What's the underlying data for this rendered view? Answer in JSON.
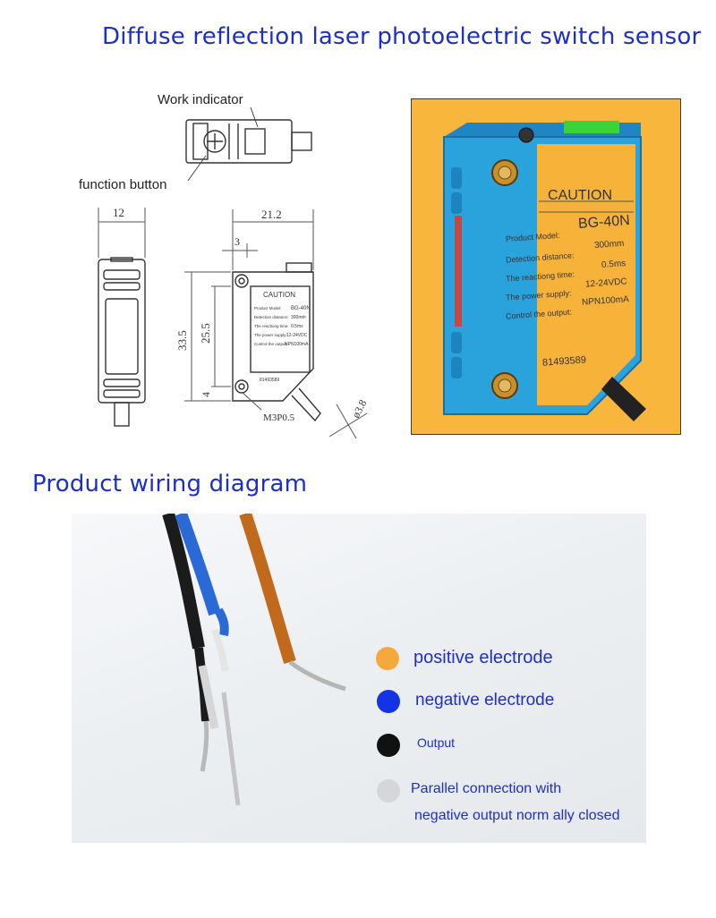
{
  "title": "Diffuse reflection laser photoelectric switch sensor",
  "drawing": {
    "work_indicator_label": "Work indicator",
    "function_button_label": "function button",
    "dimensions": {
      "width": "12",
      "length": "21.2",
      "offset": "3",
      "height_total": "33.5",
      "height_body": "25.5",
      "bottom_offset": "4",
      "thread": "M3P0.5",
      "cable_diameter": "ø3.8"
    },
    "label_lines": [
      "Product Model:",
      "Detection distance:",
      "The reactiong time:",
      "The power supply:",
      "Control the output:"
    ],
    "label_values": [
      "BG-40N",
      "300mm",
      "0.5ms",
      "12-24VDC",
      "NPN100mA"
    ],
    "caution": "CAUTION",
    "serial": "81493589"
  },
  "product_photo": {
    "caution": "CAUTION",
    "rows": [
      {
        "label": "Product Model:",
        "value": "BG-40N"
      },
      {
        "label": "Detection distance:",
        "value": "300mm"
      },
      {
        "label": "The reactiong time:",
        "value": "0.5ms"
      },
      {
        "label": "The power supply:",
        "value": "12-24VDC"
      },
      {
        "label": "Control the output:",
        "value": "NPN100mA"
      }
    ],
    "serial": "81493589",
    "colors": {
      "background": "#f9b63d",
      "housing": "#2aa2dc",
      "label": "#f7b23a",
      "led": "#3ad43a"
    }
  },
  "wiring": {
    "heading": "Product wiring diagram",
    "legend": [
      {
        "color": "#f5a93c",
        "label_lines": [
          "positive electrode"
        ]
      },
      {
        "color": "#1233e6",
        "label_lines": [
          "negative electrode"
        ]
      },
      {
        "color": "#111111",
        "label_lines": [
          "Output"
        ]
      },
      {
        "color": "#d6d6d8",
        "label_lines": [
          "Parallel connection with",
          "negative output norm ally closed"
        ]
      }
    ]
  }
}
